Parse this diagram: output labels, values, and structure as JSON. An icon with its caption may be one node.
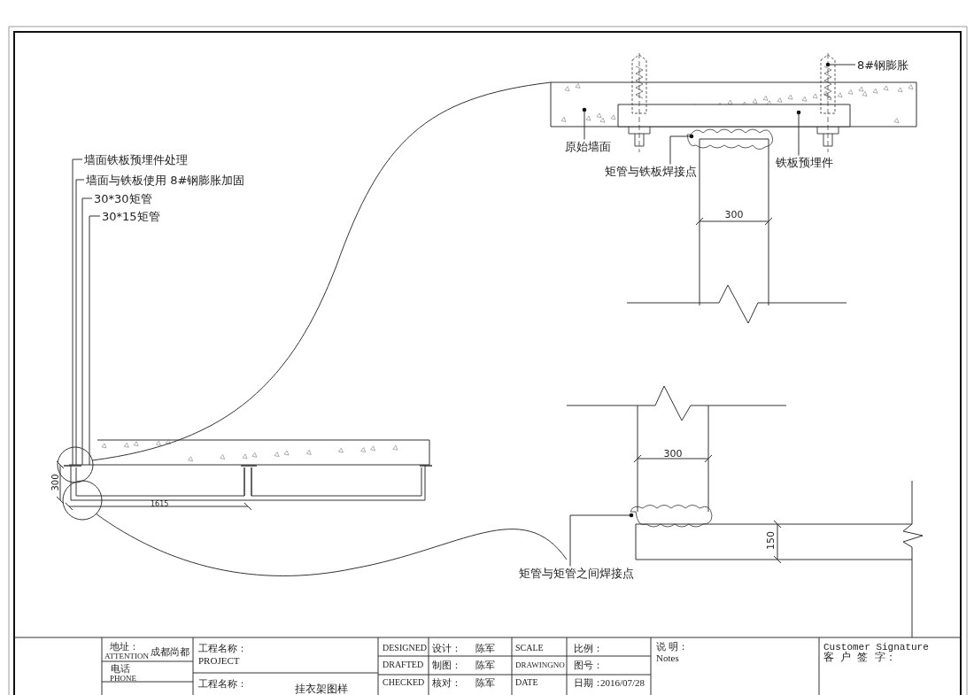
{
  "diagram": {
    "nodes": [
      {
        "text": [
          "墙面铁板预埋件处理"
        ]
      },
      {
        "text": [
          "墙面与铁板使用 8#钢膨胀加固"
        ]
      },
      {
        "text": [
          "30*30矩管"
        ]
      },
      {
        "text": [
          "30*15矩管"
        ]
      },
      {
        "text": [
          "8#钢膨胀"
        ]
      },
      {
        "text": [
          "原始墙面"
        ]
      },
      {
        "text": [
          "矩管与铁板焊接点"
        ]
      },
      {
        "text": [
          "铁板预埋件"
        ]
      },
      {
        "text": [
          "矩管与矩管之间焊接点"
        ]
      }
    ],
    "edges": [
      {
        "from": 0,
        "to": null,
        "arrow": "none"
      },
      {
        "from": 1,
        "to": null,
        "arrow": "none"
      },
      {
        "from": 2,
        "to": null,
        "arrow": "none"
      },
      {
        "from": 3,
        "to": null,
        "arrow": "none"
      },
      {
        "from": 4,
        "to": null,
        "arrow": "other"
      },
      {
        "from": 5,
        "to": null,
        "arrow": "other"
      },
      {
        "from": 6,
        "to": null,
        "arrow": "other"
      },
      {
        "from": 7,
        "to": null,
        "arrow": "other"
      },
      {
        "from": 8,
        "to": null,
        "arrow": "other"
      }
    ],
    "labels": [
      "300",
      "300",
      "300",
      "1615",
      "150",
      "地址：",
      "ATTENTION",
      "成都尚都",
      "电话",
      "PHONE",
      "工程名称：",
      "PROJECT",
      "工程名称：",
      "挂衣架图样",
      "DESIGNED",
      "设计：",
      "陈军",
      "DRAFTED",
      "制图：",
      "陈军",
      "CHECKED",
      "核对：",
      "陈军",
      "SCALE",
      "比例：",
      "DRAWINGNO",
      "图号：",
      "DATE",
      "日期：",
      "2016/07/28",
      "说 明：",
      "Notes",
      "Customer Signature",
      "客 户 签 字："
    ]
  }
}
